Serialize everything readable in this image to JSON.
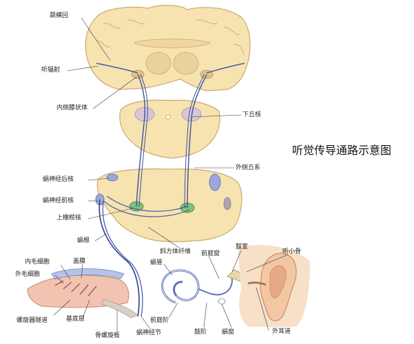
{
  "title": "听觉传导通路示意图",
  "labels": {
    "transverse_temporal_gyrus": "颞横回",
    "acoustic_radiation": "听辐射",
    "medial_geniculate_body": "内侧膝状体",
    "inferior_colliculus": "下丘核",
    "lateral_lemniscus": "外侧丘系",
    "dorsal_cochlear_nucleus": "蜗神经后核",
    "ventral_cochlear_nucleus": "蜗神经前核",
    "superior_olivary_nucleus": "上橄榄核",
    "cochlear_root": "蜗根",
    "trapezoid_body": "斜方体纤维",
    "inner_hair_cells": "内毛细胞",
    "tectorial_membrane": "盖膜",
    "outer_hair_cells": "外毛细胞",
    "cochlear_duct": "螺旋器隧道",
    "basilar_membrane": "基底层",
    "spiral_lamina": "骨螺旋板",
    "spiral_ganglion": "蜗神经节",
    "scala_tympani": "鼓阶",
    "round_window": "蜗窗",
    "scala_vestibuli": "前庭阶",
    "cochlea": "蜗管",
    "oval_window": "前庭窗",
    "tympanic_cavity": "鼓室",
    "ossicles": "听小骨",
    "external_acoustic_meatus": "外耳道"
  }
}
